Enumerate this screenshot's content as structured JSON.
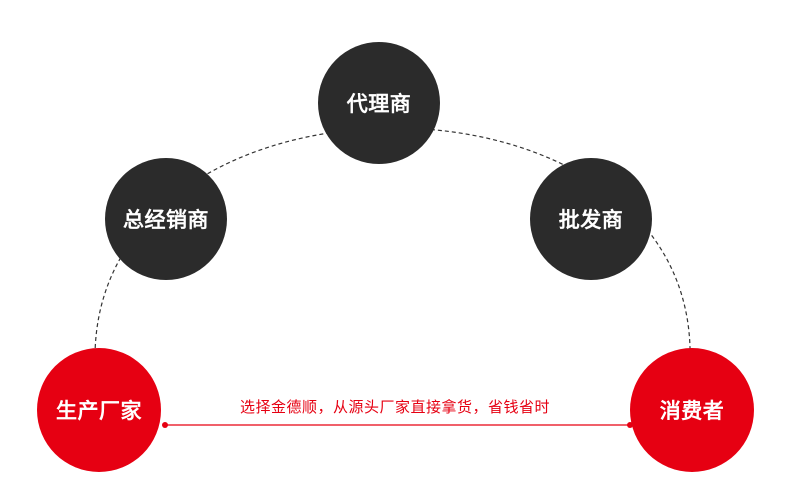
{
  "nodes": {
    "agent": "代理商",
    "general_distributor": "总经销商",
    "wholesaler": "批发商",
    "factory": "生产厂家",
    "consumer": "消费者"
  },
  "direct_link": {
    "text": "选择金德顺，从源头厂家直接拿货，省钱省时"
  },
  "colors": {
    "dark_node": "#2b2b2b",
    "red_node": "#e60012",
    "arc": "#333333",
    "link": "#e60012"
  }
}
